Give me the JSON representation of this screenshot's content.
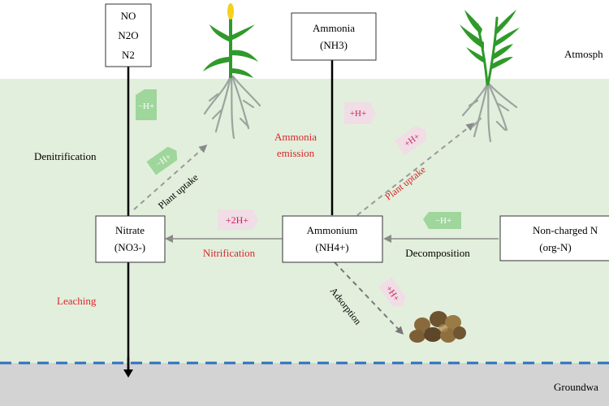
{
  "zones": {
    "atmosphere_label": "Atmosph",
    "groundwater_label": "Groundwa"
  },
  "boxes": {
    "gases": {
      "lines": [
        "NO",
        "N2O",
        "N2"
      ]
    },
    "ammonia": {
      "title": "Ammonia",
      "formula": "(NH3)"
    },
    "nitrate": {
      "title": "Nitrate",
      "formula": "(NO3-)"
    },
    "ammonium": {
      "title": "Ammonium",
      "formula": "(NH4+)"
    },
    "noncharged": {
      "title": "Non-charged N",
      "formula": "(org-N)"
    }
  },
  "processes": {
    "denitrification": "Denitrification",
    "ammonia_emission_1": "Ammonia",
    "ammonia_emission_2": "emission",
    "nitrification": "Nitrification",
    "decomposition": "Decomposition",
    "leaching": "Leaching",
    "plant_uptake_left": "Plant uptake",
    "plant_uptake_right": "Plant uptake",
    "adsorption": "Adsorption"
  },
  "proton_tags": {
    "denitrification_top": "−H+",
    "denitrification_uptake": "−H+",
    "ammonia_emission": "+H+",
    "uptake_right": "+H+",
    "nitrification": "+2H+",
    "decomposition": "−H+",
    "adsorption": "+H+"
  },
  "colors": {
    "soil": "#e2efdc",
    "groundwater": "#d3d3d3",
    "water_line": "#2f6fc2",
    "process_red": "#d9262c",
    "tag_green": "#9fd69b",
    "tag_pink": "#f0dde6",
    "tag_pink_text": "#c9205a",
    "plant_green": "#2f9a2a",
    "root_gray": "#9aa5a0",
    "aggregate_brown": "#8a6a3c"
  }
}
